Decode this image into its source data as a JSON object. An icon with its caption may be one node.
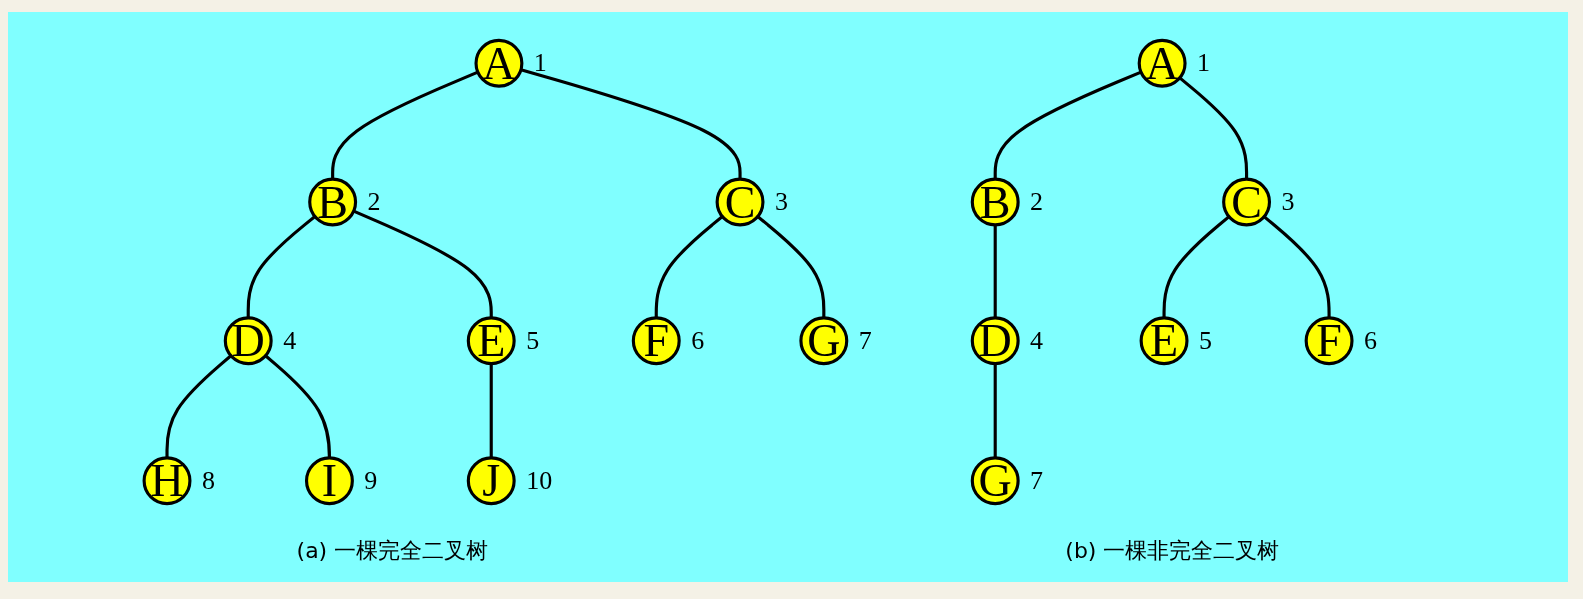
{
  "diagram": {
    "nodes": [
      {
        "text": [
          "A"
        ],
        "beside": [
          "1"
        ]
      },
      {
        "text": [
          "B"
        ],
        "beside": [
          "2"
        ]
      },
      {
        "text": [
          "C"
        ],
        "beside": [
          "3"
        ]
      },
      {
        "text": [
          "D"
        ],
        "beside": [
          "4"
        ]
      },
      {
        "text": [
          "E"
        ],
        "beside": [
          "5"
        ]
      },
      {
        "text": [
          "F"
        ],
        "beside": [
          "6"
        ]
      },
      {
        "text": [
          "G"
        ],
        "beside": [
          "7"
        ]
      },
      {
        "text": [
          "H"
        ],
        "beside": [
          "8"
        ]
      },
      {
        "text": [
          "I"
        ],
        "beside": [
          "9"
        ]
      },
      {
        "text": [
          "J"
        ],
        "beside": [
          "10"
        ]
      },
      {
        "text": [
          "A"
        ],
        "beside": [
          "1"
        ]
      },
      {
        "text": [
          "B"
        ],
        "beside": [
          "2"
        ]
      },
      {
        "text": [
          "C"
        ],
        "beside": [
          "3"
        ]
      },
      {
        "text": [
          "D"
        ],
        "beside": [
          "4"
        ]
      },
      {
        "text": [
          "E"
        ],
        "beside": [
          "5"
        ]
      },
      {
        "text": [
          "F"
        ],
        "beside": [
          "6"
        ]
      },
      {
        "text": [
          "G"
        ],
        "beside": [
          "7"
        ]
      }
    ],
    "edges": [
      {
        "from": 0,
        "to": 1,
        "arrow": "none"
      },
      {
        "from": 0,
        "to": 2,
        "arrow": "none"
      },
      {
        "from": 1,
        "to": 3,
        "arrow": "none"
      },
      {
        "from": 1,
        "to": 4,
        "arrow": "none"
      },
      {
        "from": 2,
        "to": 5,
        "arrow": "none"
      },
      {
        "from": 2,
        "to": 6,
        "arrow": "none"
      },
      {
        "from": 3,
        "to": 7,
        "arrow": "none"
      },
      {
        "from": 3,
        "to": 8,
        "arrow": "none"
      },
      {
        "from": 4,
        "to": 9,
        "arrow": "none"
      },
      {
        "from": 10,
        "to": 11,
        "arrow": "none"
      },
      {
        "from": 10,
        "to": 12,
        "arrow": "none"
      },
      {
        "from": 11,
        "to": 13,
        "arrow": "none"
      },
      {
        "from": 12,
        "to": 14,
        "arrow": "none"
      },
      {
        "from": 12,
        "to": 15,
        "arrow": "none"
      },
      {
        "from": 13,
        "to": 16,
        "arrow": "none"
      }
    ],
    "labels": [
      "(a) 一棵完全二叉树",
      "(b) 一棵非完全二叉树"
    ]
  }
}
